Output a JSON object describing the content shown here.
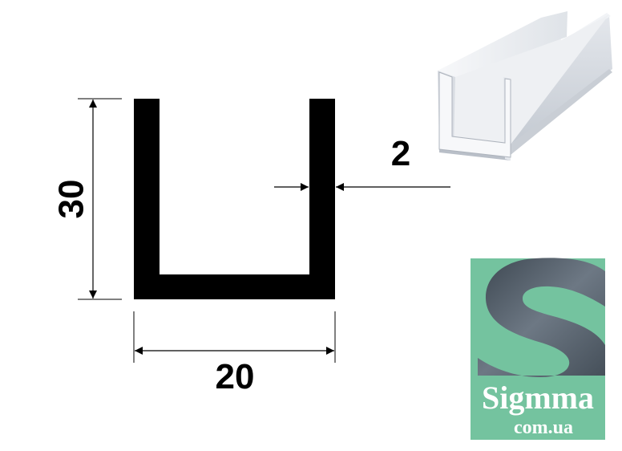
{
  "dimensions": {
    "height": "30",
    "width": "20",
    "thickness": "2"
  },
  "logo": {
    "name": "Sigmma",
    "domain": "com.ua",
    "letter": "S"
  },
  "colors": {
    "profile": "#000000",
    "logo_background": "#74c39f",
    "logo_letter": "#4e5963",
    "logo_text": "#ffffff"
  }
}
